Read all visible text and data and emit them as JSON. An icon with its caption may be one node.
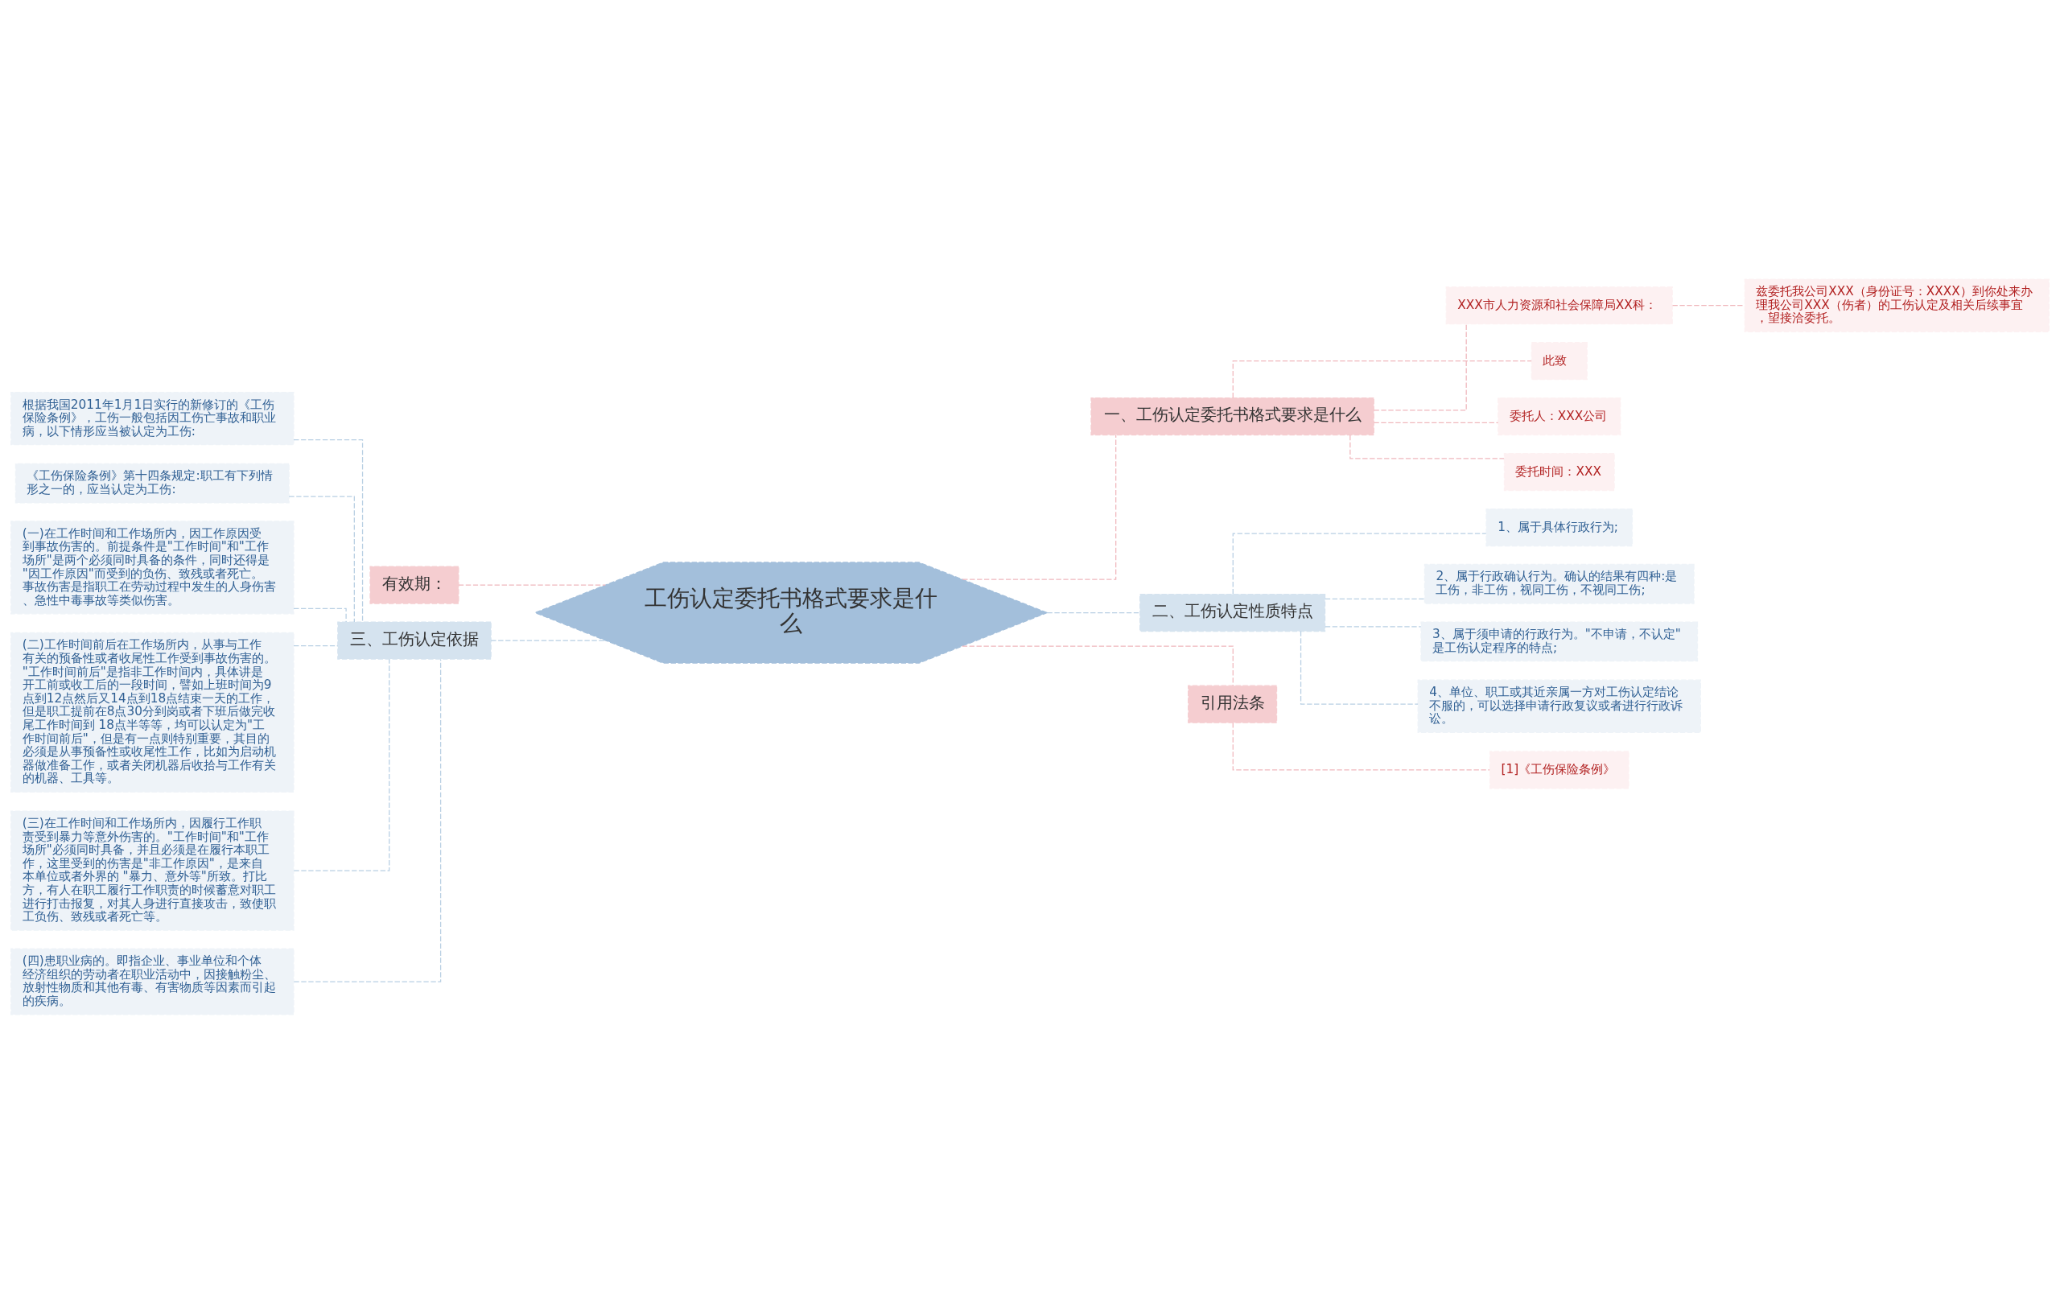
{
  "diagram": {
    "nodes": [
      {
        "text": [
          "工伤认定委托书格式要求是什么"
        ]
      },
      {
        "text": [
          "有效期："
        ]
      },
      {
        "text": [
          "三、工伤认定依据"
        ]
      },
      {
        "text": [
          "根据我国2011年1月1日实行的新修订的《工伤保险条例》，工伤一般包括因工伤亡事故和职业病，以下情形应当被认定为工伤:"
        ]
      },
      {
        "text": [
          "《工伤保险条例》第十四条规定:职工有下列情形之一的，应当认定为工伤:"
        ]
      },
      {
        "text": [
          "(一)在工作时间和工作场所内，因工作原因受到事故伤害的。前提条件是\"工作时间\"和\"工作场所\"是两个必须同时具备的条件，同时还得是\"因工作原因\"而受到的负伤、致残或者死亡。事故伤害是指职工在劳动过程中发生的人身伤害、急性中毒事故等类似伤害。"
        ]
      },
      {
        "text": [
          "(二)工作时间前后在工作场所内，从事与工作有关的预备性或者收尾性工作受到事故伤害的。\"工作时间前后\"是指非工作时间内，具体讲是开工前或收工后的一段时间，譬如上班时间为9点到12点然后又14点到18点结束一天的工作，但是职工提前在8点30分到岗或者下班后做完收尾工作时间到 18点半等等，均可以认定为\"工作时间前后\"，但是有一点则特别重要，其目的必须是从事预备性或收尾性工作，比如为启动机器做准备工作，或者关闭机器后收拾与工作有关的机器、工具等。"
        ]
      },
      {
        "text": [
          "(三)在工作时间和工作场所内，因履行工作职责受到暴力等意外伤害的。\"工作时间\"和\"工作场所\"必须同时具备，并且必须是在履行本职工作，这里受到的伤害是\"非工作原因\"，是来自本单位或者外界的 \"暴力、意外等\"所致。打比方，有人在职工履行工作职责的时候蓄意对职工进行打击报复，对其人身进行直接攻击，致使职工负伤、致残或者死亡等。"
        ]
      },
      {
        "text": [
          "(四)患职业病的。即指企业、事业单位和个体经济组织的劳动者在职业活动中，因接触粉尘、放射性物质和其他有毒、有害物质等因素而引起的疾病。"
        ]
      },
      {
        "text": [
          "一、工伤认定委托书格式要求是什么"
        ]
      },
      {
        "text": [
          "XXX市人力资源和社会保障局XX科："
        ]
      },
      {
        "text": [
          "兹委托我公司XXX（身份证号：XXXX）到你处来办理我公司XXX（伤者）的工伤认定及相关后续事宜，望接洽委托。"
        ]
      },
      {
        "text": [
          "此致"
        ]
      },
      {
        "text": [
          "委托人：XXX公司"
        ]
      },
      {
        "text": [
          "委托时间：XXX"
        ]
      },
      {
        "text": [
          "二、工伤认定性质特点"
        ]
      },
      {
        "text": [
          "1、属于具体行政行为;"
        ]
      },
      {
        "text": [
          "2、属于行政确认行为。确认的结果有四种:是工伤，非工伤，视同工伤，不视同工伤;"
        ]
      },
      {
        "text": [
          "3、属于须申请的行政行为。\"不申请，不认定\"是工伤认定程序的特点;"
        ]
      },
      {
        "text": [
          "4、单位、职工或其近亲属一方对工伤认定结论不服的，可以选择申请行政复议或者进行行政诉讼。"
        ]
      },
      {
        "text": [
          "引用法条"
        ]
      },
      {
        "text": [
          "[1]《工伤保险条例》"
        ]
      }
    ],
    "edges": [
      {
        "from": 0,
        "to": 1,
        "arrow": "none",
        "style": "dashed",
        "color": "#f0b8bd"
      },
      {
        "from": 0,
        "to": 2,
        "arrow": "none",
        "style": "dashed"
      },
      {
        "from": 2,
        "to": 3,
        "arrow": "none",
        "style": "dashed"
      },
      {
        "from": 2,
        "to": 4,
        "arrow": "none",
        "style": "dashed"
      },
      {
        "from": 2,
        "to": 5,
        "arrow": "none",
        "style": "dashed"
      },
      {
        "from": 2,
        "to": 6,
        "arrow": "none",
        "style": "dashed"
      },
      {
        "from": 2,
        "to": 7,
        "arrow": "none",
        "style": "dashed"
      },
      {
        "from": 2,
        "to": 8,
        "arrow": "none",
        "style": "dashed"
      },
      {
        "from": 0,
        "to": 9,
        "arrow": "none",
        "style": "dashed",
        "color": "#f0b8bd"
      },
      {
        "from": 9,
        "to": 10,
        "arrow": "none",
        "style": "dashed",
        "color": "#f0b8bd"
      },
      {
        "from": 10,
        "to": 11,
        "arrow": "none",
        "style": "dashed",
        "color": "#f0b8bd"
      },
      {
        "from": 9,
        "to": 12,
        "arrow": "none",
        "style": "dashed",
        "color": "#f0b8bd"
      },
      {
        "from": 9,
        "to": 13,
        "arrow": "none",
        "style": "dashed",
        "color": "#f0b8bd"
      },
      {
        "from": 9,
        "to": 14,
        "arrow": "none",
        "style": "dashed",
        "color": "#f0b8bd"
      },
      {
        "from": 0,
        "to": 15,
        "arrow": "none",
        "style": "dashed"
      },
      {
        "from": 15,
        "to": 16,
        "arrow": "none",
        "style": "dashed"
      },
      {
        "from": 15,
        "to": 17,
        "arrow": "none",
        "style": "dashed"
      },
      {
        "from": 15,
        "to": 18,
        "arrow": "none",
        "style": "dashed"
      },
      {
        "from": 15,
        "to": 19,
        "arrow": "none",
        "style": "dashed"
      },
      {
        "from": 0,
        "to": 20,
        "arrow": "none",
        "style": "dashed",
        "color": "#f0b8bd"
      },
      {
        "from": 20,
        "to": 21,
        "arrow": "none",
        "style": "dashed",
        "color": "#f0b8bd"
      }
    ]
  }
}
